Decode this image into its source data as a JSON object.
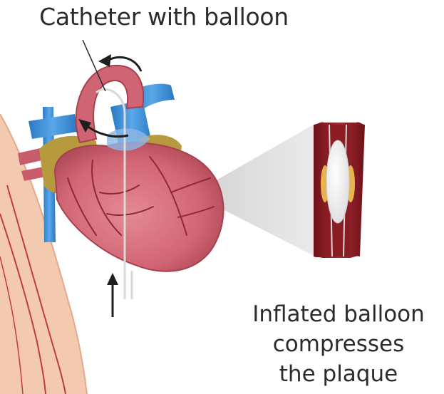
{
  "labels": {
    "catheter": "Catheter with balloon",
    "balloon_lines": [
      "Inflated balloon",
      "compresses",
      "the plaque"
    ]
  },
  "colors": {
    "heart": "#d8707c",
    "heart_dark": "#a8404e",
    "vessel_blue": "#3d8fd6",
    "fat_yellow": "#b59a3e",
    "artery_wall": "#8c1c23",
    "balloon": "#f2f2f2",
    "plaque": "#e8b24c",
    "skin": "#f3c9b0"
  },
  "icons": [
    "curved-arrow-icon",
    "up-arrow-icon"
  ]
}
